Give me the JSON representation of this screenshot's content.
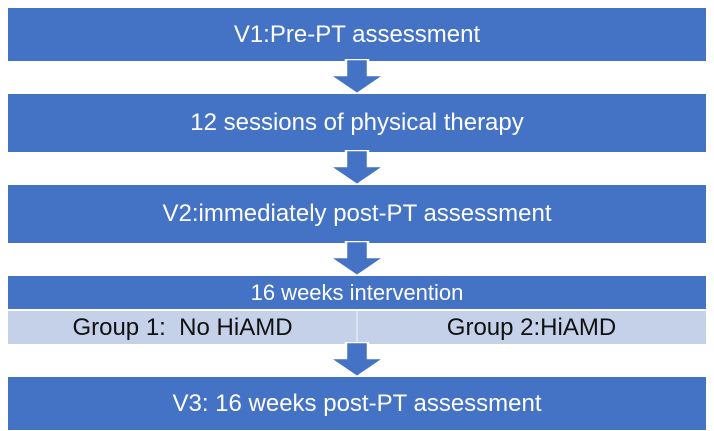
{
  "colors": {
    "box_blue": "#4472C4",
    "group_row_blue": "#C5D0E9",
    "divider": "#DEE4F2",
    "box_text": "#FFFFFF",
    "group_text": "#111111",
    "arrow_fill": "#4472C4",
    "arrow_outline": "#FFFFFF",
    "background": "#FFFFFF"
  },
  "flowchart": {
    "steps": [
      {
        "label": "V1:Pre-PT assessment"
      },
      {
        "label": "12 sessions of physical therapy"
      },
      {
        "label": "V2:immediately post-PT assessment"
      },
      {
        "label": "16 weeks intervention",
        "groups": [
          {
            "label": "Group 1:  No HiAMD"
          },
          {
            "label": "Group 2:HiAMD"
          }
        ]
      },
      {
        "label": "V3: 16 weeks post-PT assessment"
      }
    ]
  }
}
